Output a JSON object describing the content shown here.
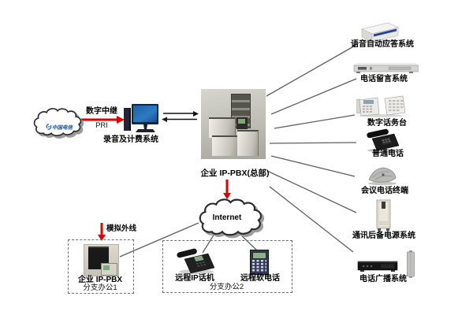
{
  "diagram": {
    "telecom": {
      "logo_text": "中国电信",
      "trunk_label": "数字中继",
      "trunk_type": "PRI"
    },
    "recording_system": {
      "label": "录音及计费系统"
    },
    "headquarters_pbx": {
      "label": "企业 IP-PBX(总部)"
    },
    "internet_cloud": {
      "label": "Internet"
    },
    "right_devices": [
      {
        "name": "voice-auto-answer-system",
        "label": "语音自动应答系统"
      },
      {
        "name": "voicemail-system",
        "label": "电话留言系统"
      },
      {
        "name": "digital-attendant-console",
        "label": "数字话务台"
      },
      {
        "name": "ordinary-phone",
        "label": "普通电话"
      },
      {
        "name": "conference-phone-terminal",
        "label": "会议电话终端"
      },
      {
        "name": "backup-power-system",
        "label": "通讯后备电源系统"
      },
      {
        "name": "phone-broadcast-system",
        "label": "电话广播系统"
      }
    ],
    "branch_office_1": {
      "analog_line_label": "模拟外线",
      "device_label": "企业 IP-PBX",
      "office_label": "分支办公1"
    },
    "branch_office_2": {
      "ip_phone_label": "远程IP话机",
      "softphone_label": "远程软电话",
      "office_label": "分支办公2"
    }
  },
  "colors": {
    "arrow_red": "#dd0000",
    "line_gray": "#5f5f5f",
    "screen_blue": "#2d7bc4",
    "logo_blue": "#1450a0"
  }
}
